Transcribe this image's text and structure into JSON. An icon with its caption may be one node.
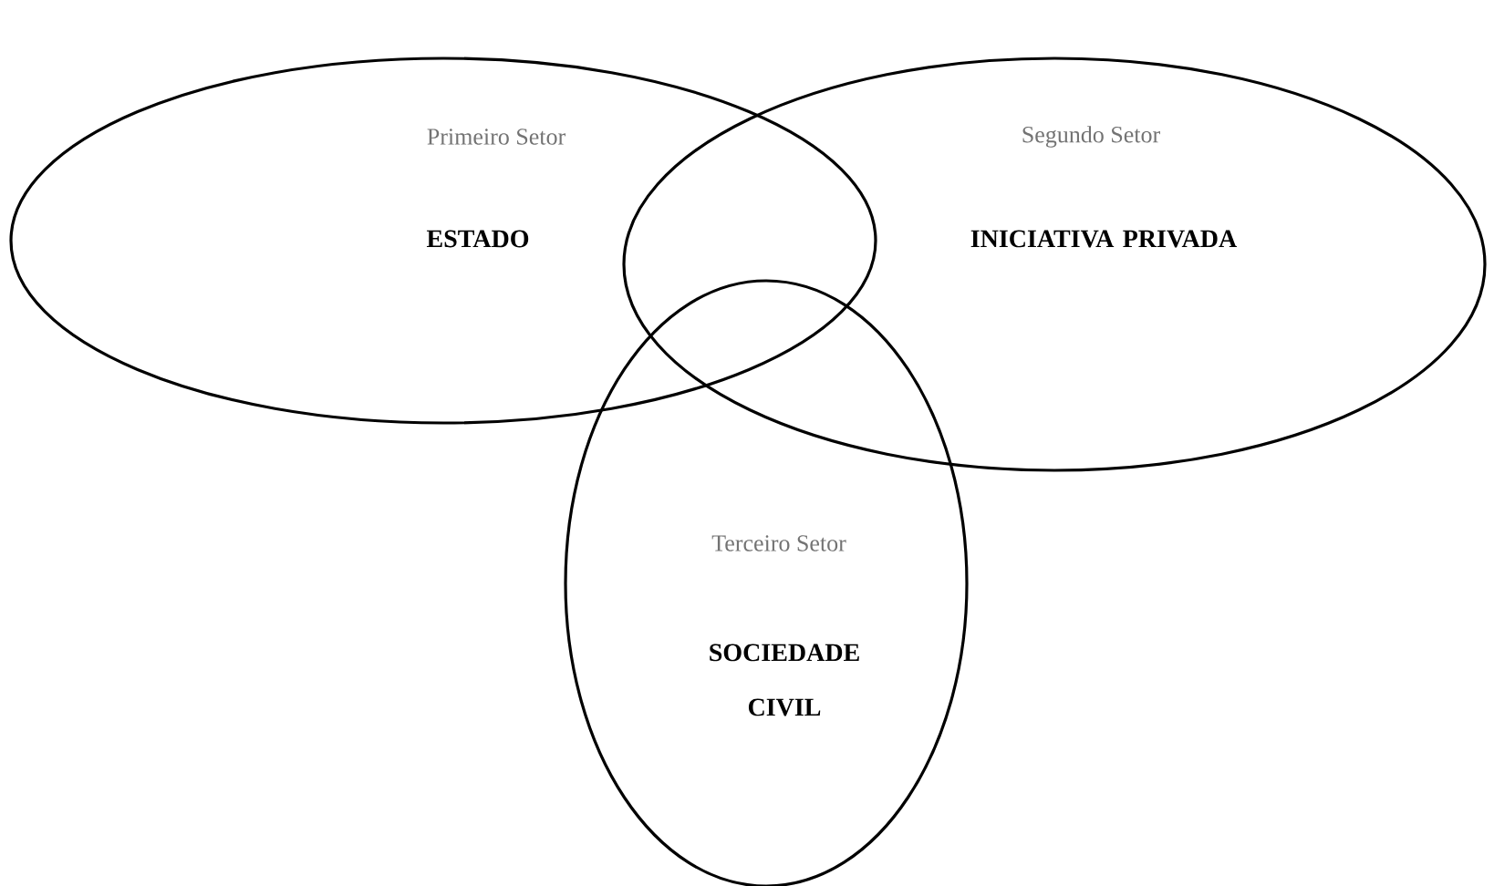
{
  "diagram": {
    "nodes": [
      {
        "text": [
          "Primeiro Setor",
          "ESTADO"
        ]
      },
      {
        "text": [
          "Segundo Setor",
          "INICIATIVA PRIVADA"
        ]
      },
      {
        "text": [
          "Terceiro Setor",
          "SOCIEDADE CIVIL"
        ]
      }
    ]
  }
}
